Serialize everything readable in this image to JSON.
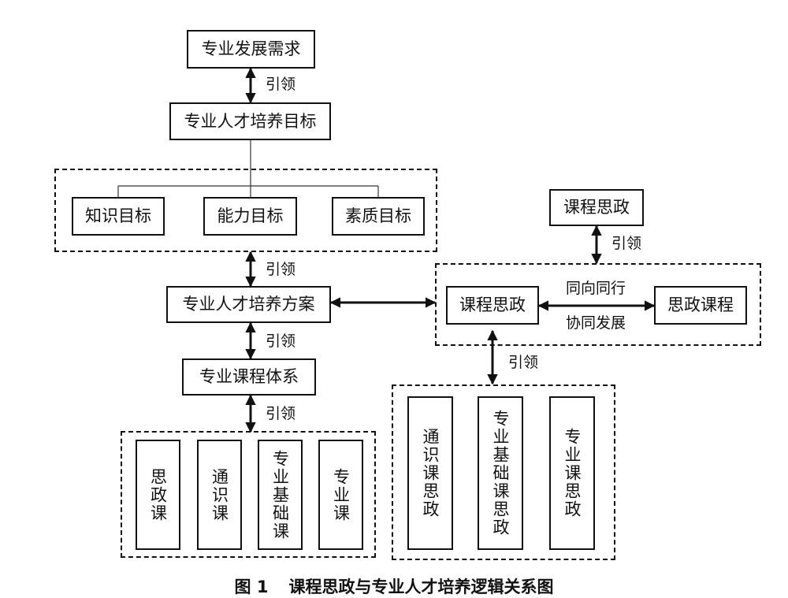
{
  "nodes": {
    "major_demand": "专业发展需求",
    "talent_goal": "专业人才培养目标",
    "knowledge_goal": "知识目标",
    "ability_goal": "能力目标",
    "quality_goal": "素质目标",
    "talent_plan": "专业人才培养方案",
    "curriculum_system": "专业课程体系",
    "course_ideology_top": "课程思政",
    "course_ideology_mid": "课程思政",
    "ideology_courses": "思政课程",
    "left_courses": [
      "思政课",
      "通识课",
      "专业基础课",
      "专业课"
    ],
    "right_courses": [
      "通识课思政",
      "专业基础课思政",
      "专业课思政"
    ]
  },
  "edges": {
    "guide": "引领",
    "same_direction": "同向同行",
    "synergy": "协同发展"
  },
  "caption": {
    "number": "图 1",
    "title": "课程思政与专业人才培养逻辑关系图"
  }
}
